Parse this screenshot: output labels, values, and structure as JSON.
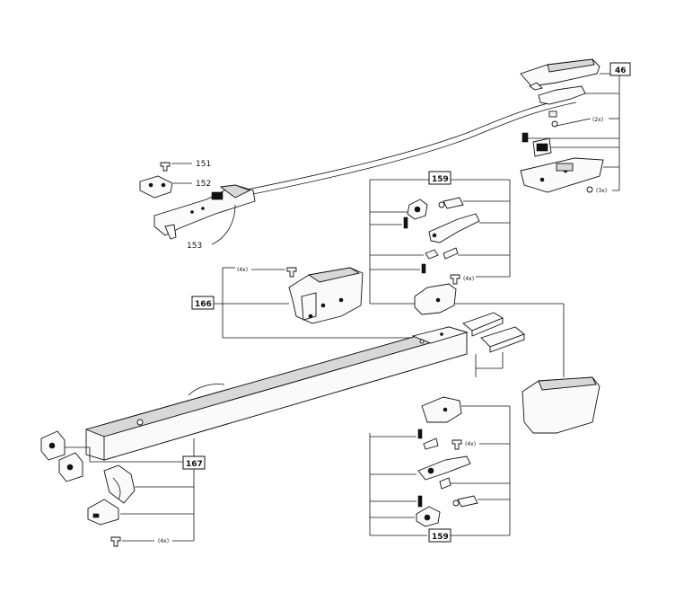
{
  "labels": {
    "p46": "46",
    "p151": "151",
    "p152": "152",
    "p153": "153",
    "p159_top": "159",
    "p159_bottom": "159",
    "p166": "166",
    "p167": "167"
  },
  "quantities": {
    "q_2x": "(2x)",
    "q_3x": "(3x)",
    "q_4x_166": "(4x)",
    "q_4x_159_top": "(4x)",
    "q_4x_159_bottom": "(4x)",
    "q_4x_167": "(4x)"
  }
}
